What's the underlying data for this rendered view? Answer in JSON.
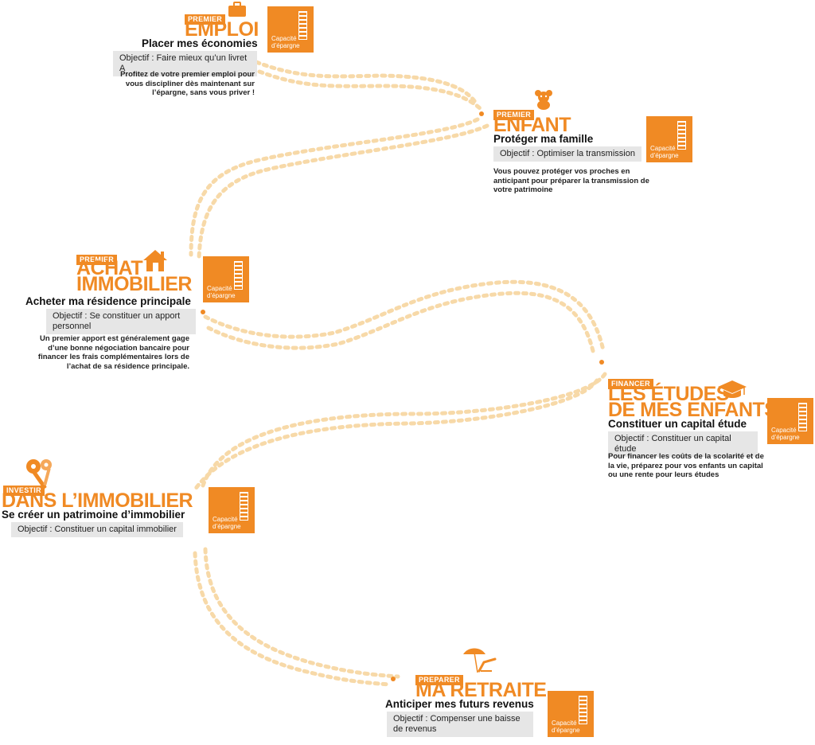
{
  "capacity_label": "Capacité d’épargne",
  "stages": {
    "emploi": {
      "tag": "PREMIER",
      "title": "EMPLOI",
      "subtitle": "Placer mes économies",
      "objective": "Objectif : Faire mieux qu’un livret A",
      "description": "Profitez de votre premier emploi pour vous discipliner dès maintenant sur l’épargne, sans vous priver !"
    },
    "enfant": {
      "tag": "PREMIER",
      "title": "ENFANT",
      "subtitle": "Protéger ma famille",
      "objective": "Objectif : Optimiser la transmission",
      "description": "Vous pouvez protéger vos proches en anticipant pour préparer la transmission de votre patrimoine"
    },
    "achat": {
      "tag": "PREMIER",
      "title_line1": "ACHAT",
      "title_line2": "IMMOBILIER",
      "subtitle": "Acheter ma résidence principale",
      "objective": "Objectif : Se constituer un apport personnel",
      "description": "Un premier apport est généralement gage d’une bonne négociation bancaire pour financer les frais complémentaires lors de l’achat de sa résidence principale."
    },
    "etudes": {
      "tag": "FINANCER",
      "title_line1": "LES ÉTUDES",
      "title_line2": "DE MES ENFANTS",
      "subtitle": "Constituer un capital étude",
      "objective": "Objectif : Constituer un capital étude",
      "description": "Pour financer les coûts de la scolarité et de la vie, préparez pour vos enfants un capital ou une rente pour leurs études"
    },
    "investir": {
      "tag": "INVESTIR",
      "title": "DANS L’IMMOBILIER",
      "subtitle": "Se créer un patrimoine d’immobilier",
      "objective": "Objectif : Constituer un capital immobilier"
    },
    "retraite": {
      "tag": "PREPARER",
      "title": "MA RETRAITE",
      "subtitle": "Anticiper mes futurs revenus",
      "objective": "Objectif : Compenser une baisse de revenus"
    }
  },
  "icons": {
    "emploi": "briefcase-icon",
    "enfant": "teddy-bear-icon",
    "achat": "house-icon",
    "etudes": "graduation-cap-icon",
    "investir": "keys-icon",
    "retraite": "beach-chair-icon"
  },
  "colors": {
    "accent": "#f08a24",
    "footsteps": "#f7d9a8",
    "objective_bg": "#e6e6e6"
  }
}
